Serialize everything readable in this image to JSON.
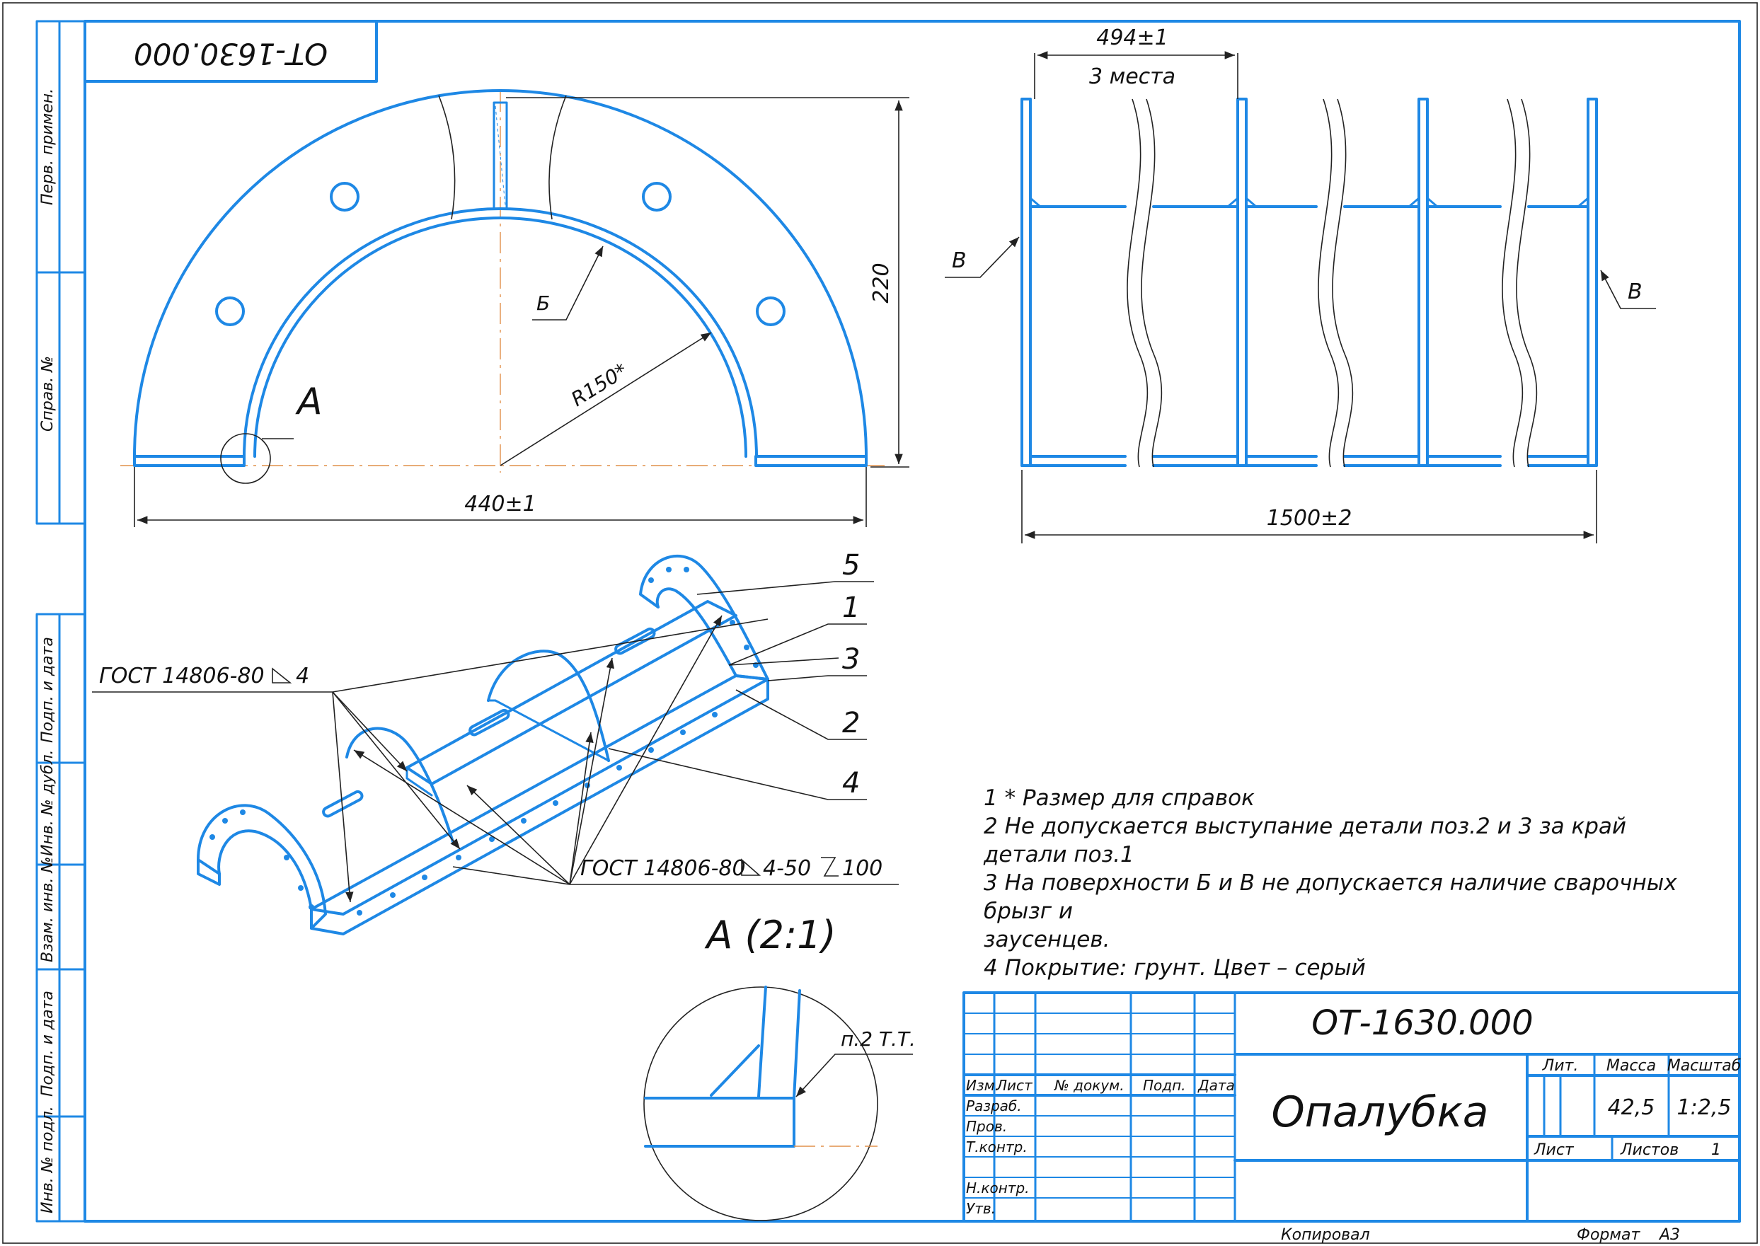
{
  "designation": "ОТ-1630.000",
  "designation_rotated": "ОТ-1630.000",
  "title": "Опалубка",
  "left_strip": {
    "top": [
      "Перв. примен.",
      "Справ. №"
    ],
    "bottom": [
      "Подп. и дата",
      "Инв. № дубл.",
      "Взам. инв. №",
      "Подп. и дата",
      "Инв. № подл."
    ]
  },
  "front_view": {
    "dim_width": "440±1",
    "dim_height": "220",
    "radius": "R150*",
    "surface_label": "Б",
    "detail_label": "А"
  },
  "side_view": {
    "dim_spacing": "494±1",
    "dim_spacing_note": "3 места",
    "dim_length": "1500±2",
    "surface_label_left": "В",
    "surface_label_right": "В"
  },
  "iso_view": {
    "weld_top": "ГОСТ 14806-80",
    "weld_top_leg": "4",
    "weld_bottom": "ГОСТ 14806-80",
    "weld_bottom_spec": "4-50",
    "weld_bottom_spec2": "100",
    "positions": [
      "5",
      "1",
      "3",
      "2",
      "4"
    ]
  },
  "detail": {
    "title": "А (2:1)",
    "note": "п.2 Т.Т."
  },
  "notes": [
    "1  * Размер для справок",
    "2  Не допускается выступание детали поз.2 и 3 за край детали поз.1",
    "3  На поверхности Б и В не допускается наличие сварочных брызг и",
    "заусенцев.",
    "4  Покрытие: грунт. Цвет – серый"
  ],
  "title_block": {
    "headers": [
      "Изм.",
      "Лист",
      "№ докум.",
      "Подп.",
      "Дата"
    ],
    "roles": [
      "Разраб.",
      "Пров.",
      "Т.контр.",
      "Н.контр.",
      "Утв."
    ],
    "lit_label": "Лит.",
    "mass_label": "Масса",
    "scale_label": "Масштаб",
    "mass": "42,5",
    "scale": "1:2,5",
    "sheet_label": "Лист",
    "sheets_label": "Листов",
    "sheets": "1"
  },
  "footer": {
    "copied": "Копировал",
    "format_label": "Формат",
    "format": "А3"
  },
  "colors": {
    "line": "#1e88e5",
    "text": "#111111",
    "centerline": "#e0904a"
  }
}
